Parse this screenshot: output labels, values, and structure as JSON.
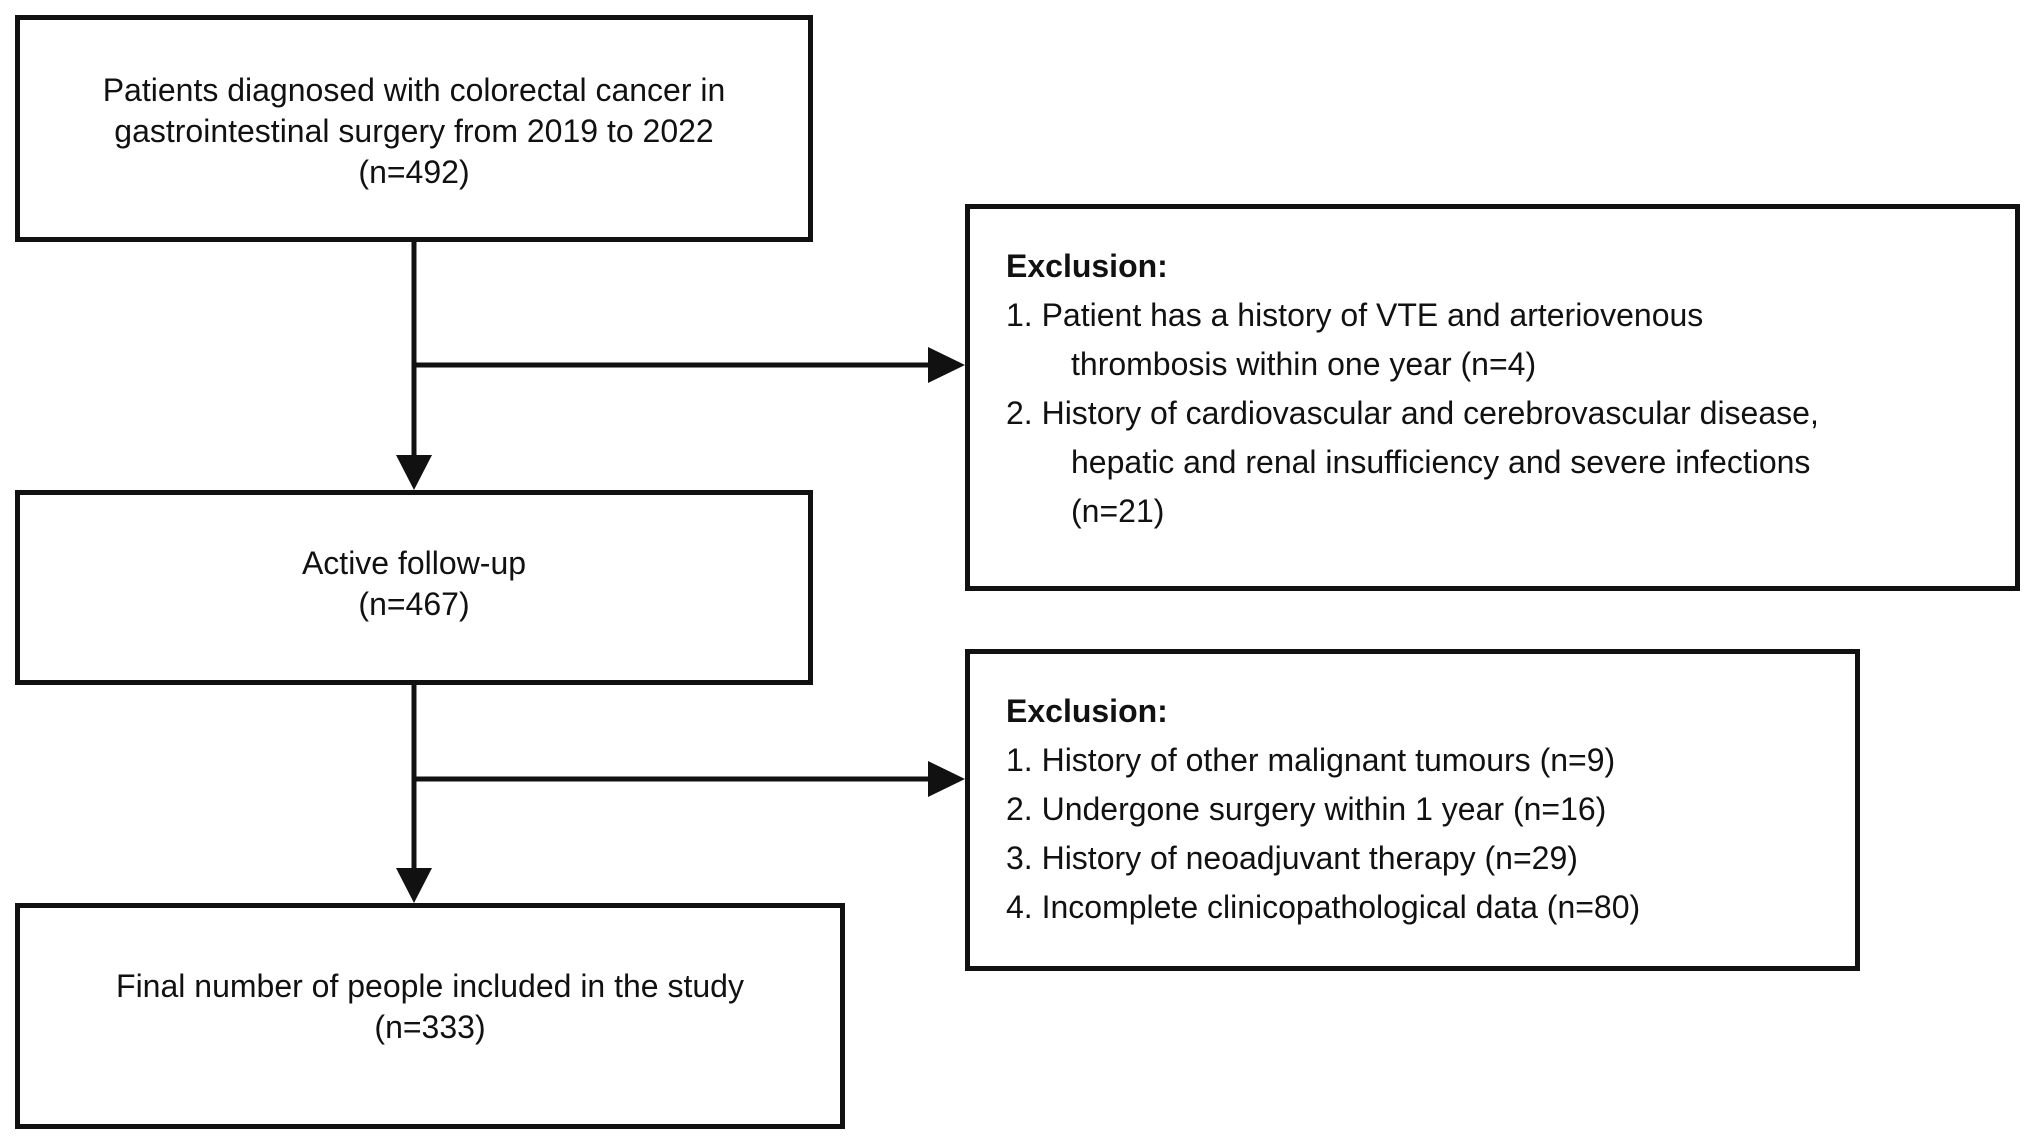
{
  "colors": {
    "stroke": "#111111",
    "background": "#ffffff"
  },
  "box_screened": {
    "line1": "Patients diagnosed with colorectal cancer in",
    "line2": "gastrointestinal surgery from 2019 to 2022",
    "count": "(n=492)"
  },
  "box_followup": {
    "label": "Active follow-up",
    "count": "(n=467)"
  },
  "box_final": {
    "label": "Final number of people included in the study",
    "count": "(n=333)"
  },
  "exclusion_1": {
    "title": "Exclusion:",
    "items": [
      {
        "number": "1.",
        "line1": "Patient has a history of VTE and arteriovenous",
        "line2": "thrombosis within one year (n=4)"
      },
      {
        "number": "2.",
        "line1": "History of cardiovascular and cerebrovascular disease,",
        "line2": "hepatic and renal insufficiency and severe infections",
        "line3": "(n=21)"
      }
    ]
  },
  "exclusion_2": {
    "title": "Exclusion:",
    "items": [
      {
        "number": "1.",
        "text": "History of other malignant tumours (n=9)"
      },
      {
        "number": "2.",
        "text": "Undergone surgery within 1 year (n=16)"
      },
      {
        "number": "3.",
        "text": "History of neoadjuvant therapy (n=29)"
      },
      {
        "number": "4.",
        "text": "Incomplete clinicopathological data (n=80)"
      }
    ]
  }
}
